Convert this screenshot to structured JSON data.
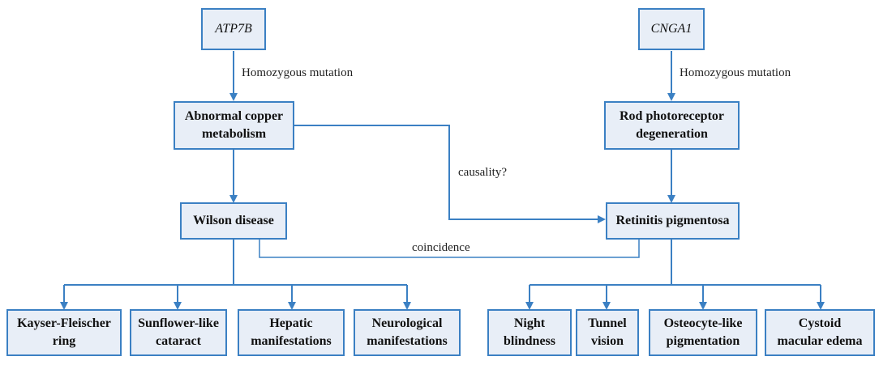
{
  "genes": {
    "left": "ATP7B",
    "right": "CNGA1"
  },
  "edge_labels": {
    "left_mutation": "Homozygous mutation",
    "right_mutation": "Homozygous mutation",
    "causality": "causality?",
    "coincidence": "coincidence"
  },
  "nodes": {
    "copper_line1": "Abnormal copper",
    "copper_line2": "metabolism",
    "rod_line1": "Rod photoreceptor",
    "rod_line2": "degeneration",
    "wilson": "Wilson disease",
    "rp": "Retinitis pigmentosa"
  },
  "wilson_manifestations": [
    {
      "line1": "Kayser-Fleischer",
      "line2": "ring"
    },
    {
      "line1": "Sunflower-like",
      "line2": "cataract"
    },
    {
      "line1": "Hepatic",
      "line2": "manifestations"
    },
    {
      "line1": "Neurological",
      "line2": "manifestations"
    }
  ],
  "rp_manifestations": [
    {
      "line1": "Night",
      "line2": "blindness"
    },
    {
      "line1": "Tunnel",
      "line2": "vision"
    },
    {
      "line1": "Osteocyte-like",
      "line2": "pigmentation"
    },
    {
      "line1": "Cystoid",
      "line2": "macular edema"
    }
  ],
  "colors": {
    "line": "#3b80c3",
    "box_fill": "#e8eef7"
  }
}
